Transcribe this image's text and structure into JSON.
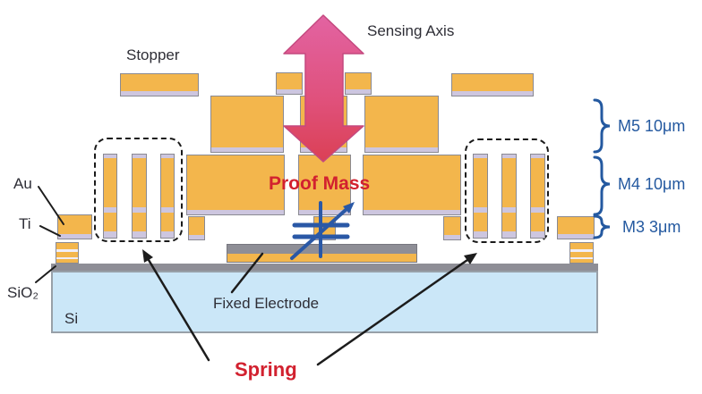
{
  "labels": {
    "sensing_axis": "Sensing Axis",
    "stopper": "Stopper",
    "proof_mass": "Proof Mass",
    "fixed_electrode": "Fixed Electrode",
    "spring": "Spring",
    "au": "Au",
    "ti": "Ti",
    "sio2": "SiO₂",
    "si": "Si"
  },
  "layers": [
    {
      "name": "M5",
      "thickness": "10μm",
      "label": "M5 10μm"
    },
    {
      "name": "M4",
      "thickness": "10μm",
      "label": "M4 10μm"
    },
    {
      "name": "M3",
      "thickness": "3μm",
      "label": "M3 3μm"
    }
  ],
  "icons": {
    "sensing_axis_arrow": "double-headed-vertical-arrow",
    "variable_capacitor": "variable-capacitor-symbol",
    "spring_pointer_left": "arrow-to-upper-left",
    "spring_pointer_right": "arrow-to-upper-right"
  },
  "colors": {
    "metal_gold": "#F3B64C",
    "metal_border": "#8A8A92",
    "ti_lavender": "#CDC6DF",
    "oxide_gray": "#8E8E96",
    "substrate_blue": "#CBE7F8",
    "arrow_pink": "#E263A2",
    "arrow_red": "#DB4055",
    "annotation_blue": "#2459A0",
    "highlight_red": "#D2212F",
    "text_dark": "#2E2E36"
  }
}
